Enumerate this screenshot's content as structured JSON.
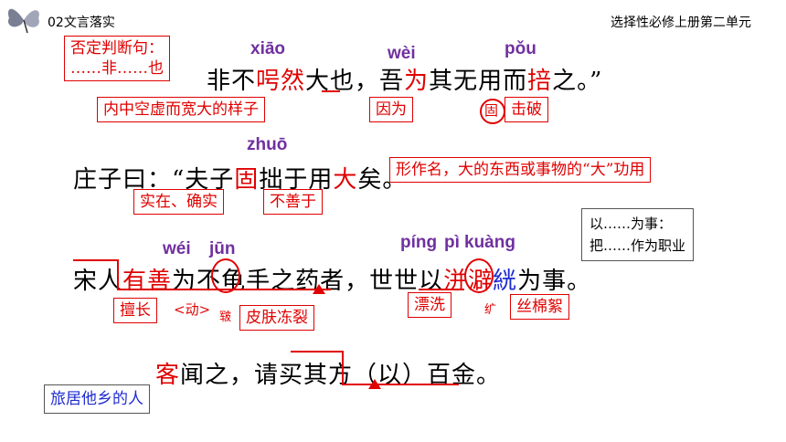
{
  "header": {
    "left": "02文言落实",
    "right": "选择性必修上册第二单元"
  },
  "pinyin": {
    "xiao": "xiāo",
    "wei1": "wèi",
    "pou": "pǒu",
    "zhuo": "zhuō",
    "wei2": "wéi",
    "jun": "jūn",
    "ping": "píng",
    "pi": "pì",
    "kuang": "kuàng"
  },
  "line1": {
    "p1": "非不",
    "p2": "呺然",
    "p3": "大也，吾",
    "p4": "为",
    "p5": "其无用而",
    "p6": "掊",
    "p7": "之。”"
  },
  "line2": {
    "p1": "庄子曰：“夫子",
    "p2": "固",
    "p3": "拙于用",
    "p4": "大",
    "p5": "矣。"
  },
  "line3": {
    "p1": "宋人",
    "p2": "有",
    "p3": "善",
    "p4": "为不",
    "p5": "龟",
    "p6": "手之药者，世世以",
    "p7": "洴澼",
    "p8": "絖",
    "p9": "为事。"
  },
  "line4": {
    "p1": "客",
    "p2": "闻之，请买其方（以）百金。"
  },
  "notes": {
    "judge1": "否定判断句：",
    "judge2": "……非……也",
    "hollow": "内中空虚而宽大的样子",
    "because": "因为",
    "circle_char": "固",
    "break": "击破",
    "noun": "形作名，大的东西或事物的“大”功用",
    "indeed": "实在、确实",
    "notgood": "不善于",
    "yiwei1": "以……为事：",
    "yiwei2": "把……作为职业",
    "skilled": "擅长",
    "verb": "<动>",
    "jun_char": "皲",
    "skin": "皮肤冻裂",
    "wash": "漂洗",
    "kuang_char": "纩",
    "silk": "丝棉絮",
    "guest": "旅居他乡的人"
  }
}
